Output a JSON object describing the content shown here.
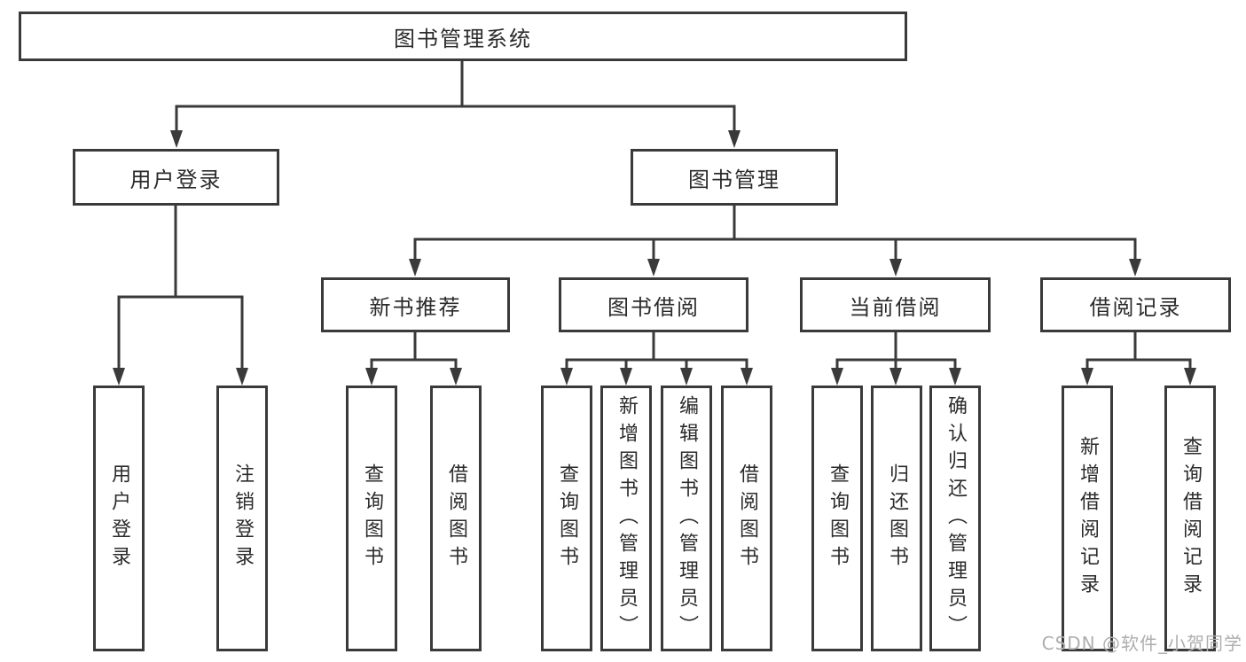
{
  "diagram": {
    "root": {
      "label": "图书管理系统"
    },
    "level2": [
      {
        "label": "用户登录"
      },
      {
        "label": "图书管理"
      }
    ],
    "level3": [
      {
        "label": "新书推荐"
      },
      {
        "label": "图书借阅"
      },
      {
        "label": "当前借阅"
      },
      {
        "label": "借阅记录"
      }
    ],
    "leaves": [
      {
        "parent": "用户登录",
        "label": "用户登录"
      },
      {
        "parent": "用户登录",
        "label": "注销登录"
      },
      {
        "parent": "新书推荐",
        "label": "查询图书"
      },
      {
        "parent": "新书推荐",
        "label": "借阅图书"
      },
      {
        "parent": "图书借阅",
        "label": "查询图书"
      },
      {
        "parent": "图书借阅",
        "label": "新增图书（管理员）"
      },
      {
        "parent": "图书借阅",
        "label": "编辑图书（管理员）"
      },
      {
        "parent": "图书借阅",
        "label": "借阅图书"
      },
      {
        "parent": "当前借阅",
        "label": "查询图书"
      },
      {
        "parent": "当前借阅",
        "label": "归还图书"
      },
      {
        "parent": "当前借阅",
        "label": "确认归还（管理员）"
      },
      {
        "parent": "借阅记录",
        "label": "新增借阅记录"
      },
      {
        "parent": "借阅记录",
        "label": "查询借阅记录"
      }
    ]
  },
  "watermark": {
    "text": "CSDN @软件_小贺同学"
  },
  "colors": {
    "line": "#3a3a3a",
    "text": "#2b2b2b",
    "box_background": "#ffffff",
    "watermark": "#aeaeae"
  }
}
